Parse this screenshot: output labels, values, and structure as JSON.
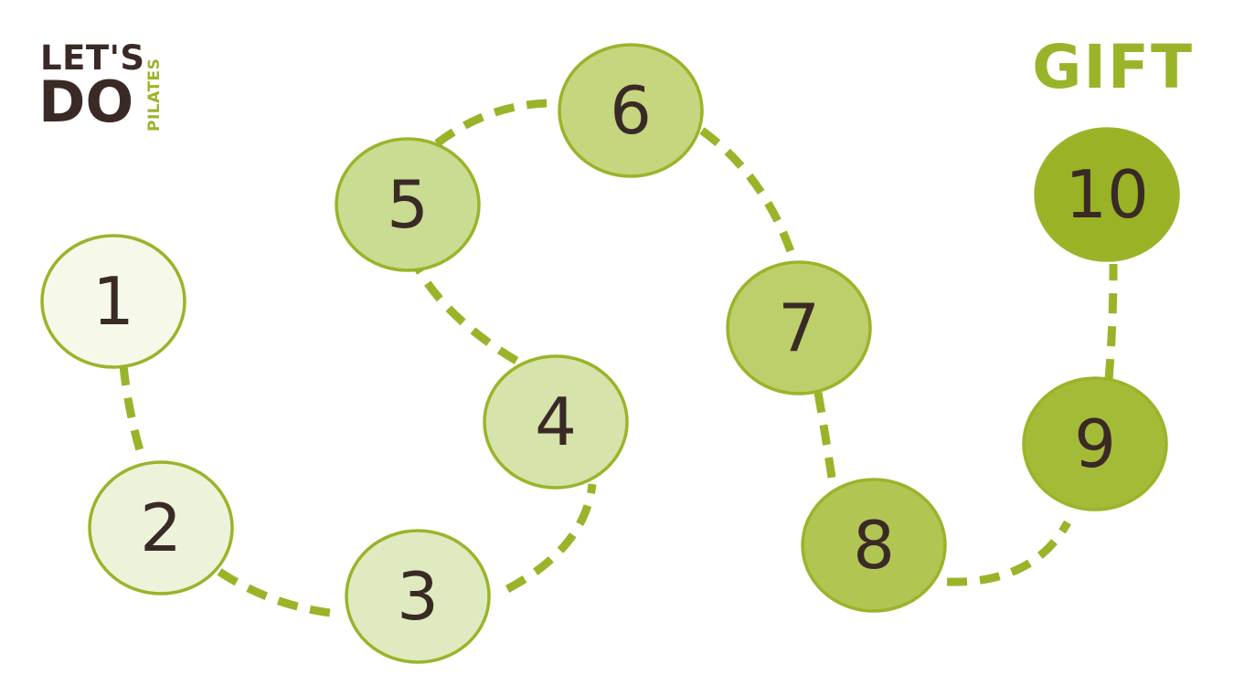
{
  "logo": {
    "line1": "LET'S",
    "line2": "DO",
    "side": "PILATES"
  },
  "gift_label": "GIFT",
  "colors": {
    "path": "#9ab42a",
    "outline": "#9ab42a",
    "text": "#3a2a26",
    "logo_dark": "#3a2a26"
  },
  "stamps": [
    {
      "label": "1",
      "fill": "#f6f8ea"
    },
    {
      "label": "2",
      "fill": "#edf2da"
    },
    {
      "label": "3",
      "fill": "#e0eac0"
    },
    {
      "label": "4",
      "fill": "#d6e3aa"
    },
    {
      "label": "5",
      "fill": "#cadb92"
    },
    {
      "label": "6",
      "fill": "#c5d67f"
    },
    {
      "label": "7",
      "fill": "#bccf6a"
    },
    {
      "label": "8",
      "fill": "#b1c552"
    },
    {
      "label": "9",
      "fill": "#a4bb38"
    },
    {
      "label": "10",
      "fill": "#9ab225"
    }
  ]
}
